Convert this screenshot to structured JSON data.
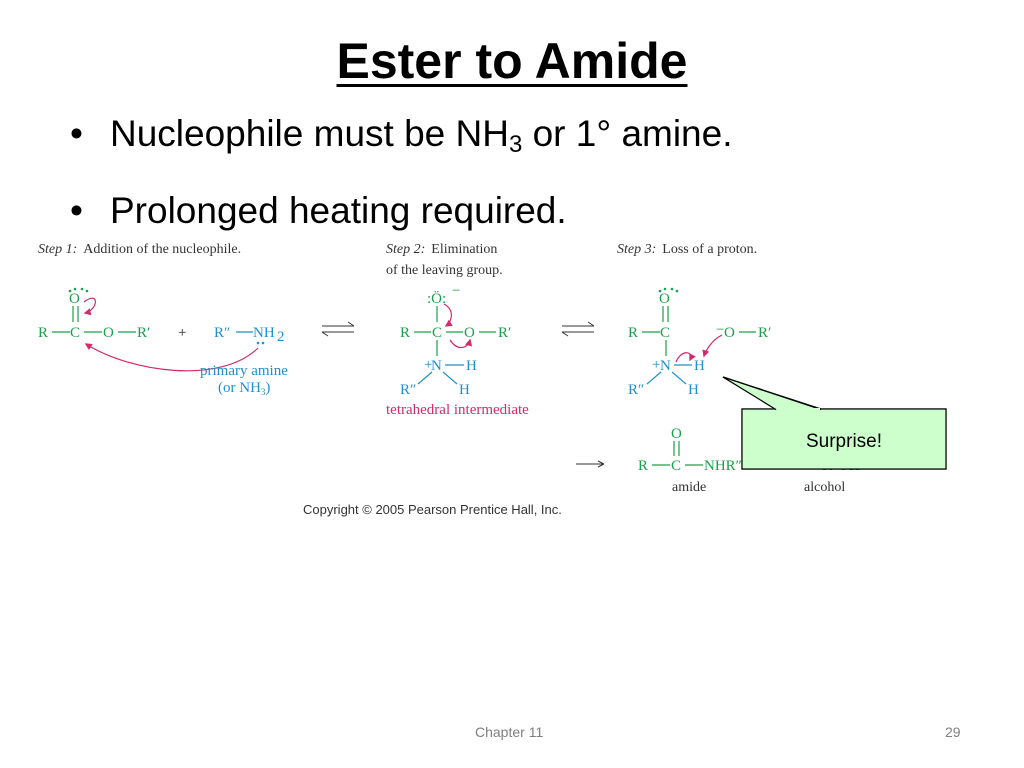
{
  "title": "Ester to Amide",
  "bullets": {
    "b1_pre": "Nucleophile must be NH",
    "b1_sub": "3",
    "b1_post": " or 1° amine.",
    "b2": "Prolonged heating required."
  },
  "steps": {
    "step1_label": "Step 1:",
    "step1_text": "Addition of the nucleophile.",
    "step2_label": "Step 2:",
    "step2_text1": "Elimination",
    "step2_text2": "of the leaving group.",
    "step3_label": "Step 3:",
    "step3_text": "Loss of a proton."
  },
  "labels": {
    "primary_amine": "primary amine",
    "or_nh3": "(or NH",
    "or_nh3_sub": "3",
    "or_nh3_end": ")",
    "tetrahedral": "tetrahedral intermediate",
    "amide": "amide",
    "alcohol": "alcohol",
    "plus": "+"
  },
  "copyright": "Copyright © 2005 Pearson Prentice Hall, Inc.",
  "callout": "Surprise!",
  "footer": {
    "chapter": "Chapter 11",
    "page": "29"
  },
  "colors": {
    "green": "#1aa04a",
    "blue": "#1f8fd0",
    "magenta": "#d22a6a",
    "callout_fill": "#ccffcc"
  }
}
